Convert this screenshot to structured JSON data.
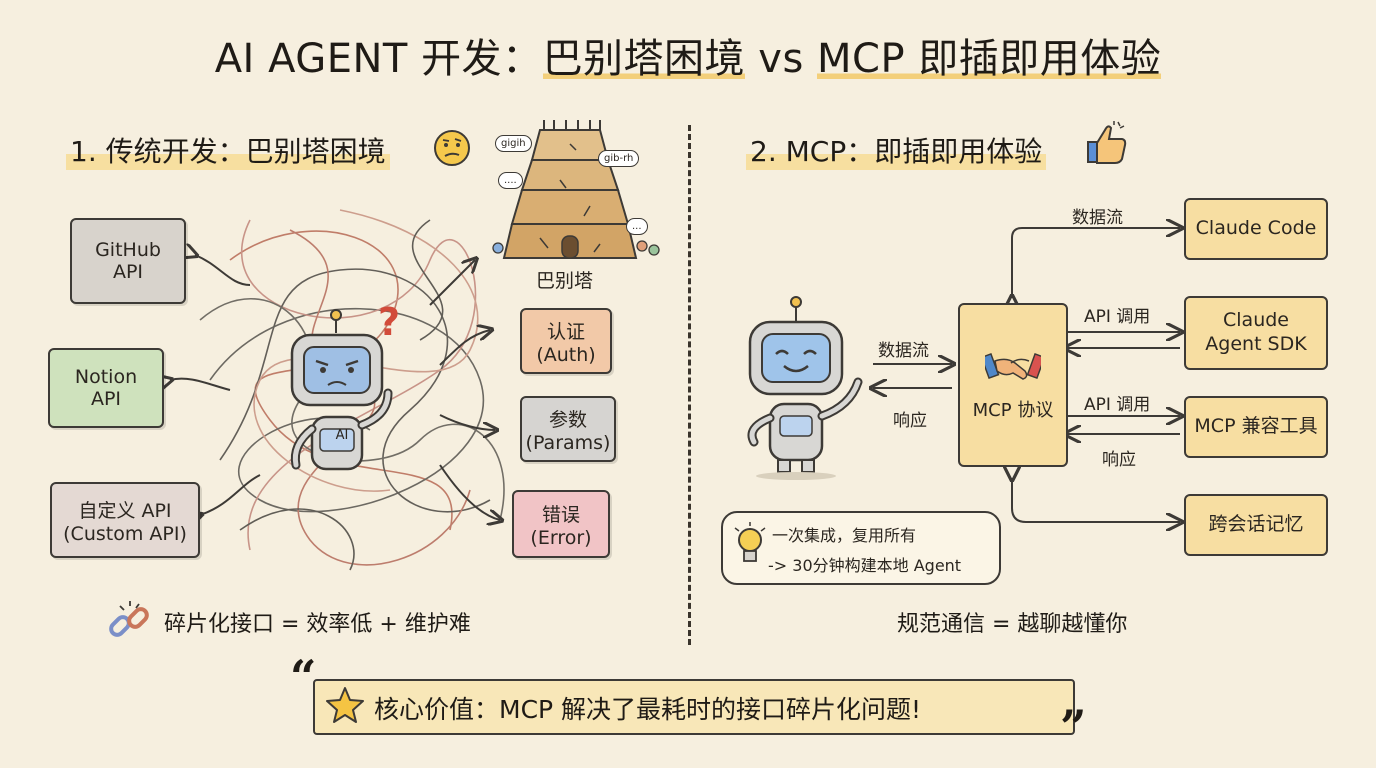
{
  "title": {
    "prefix": "AI AGENT 开发：",
    "hl1": "巴别塔困境",
    "mid": " vs ",
    "hl2": "MCP 即插即用体验"
  },
  "left": {
    "heading": "1. 传统开发：巴别塔困境",
    "apis": [
      {
        "line1": "GitHub",
        "line2": "API",
        "color": "#d8d3cc"
      },
      {
        "line1": "Notion",
        "line2": "API",
        "color": "#cfe2bd"
      },
      {
        "line1": "自定义 API",
        "line2": "(Custom API)",
        "color": "#e4d9d3"
      }
    ],
    "robot_label": "AI",
    "tower_label": "巴别塔",
    "issues": [
      {
        "line1": "认证",
        "line2": "(Auth)",
        "color": "#f2c9a8"
      },
      {
        "line1": "参数",
        "line2": "(Params)",
        "color": "#d6d4d1"
      },
      {
        "line1": "错误",
        "line2": "(Error)",
        "color": "#f1c4c6"
      }
    ],
    "speech_bubbles": [
      "gigih",
      "gib-rh",
      "....",
      "..."
    ],
    "caption": "碎片化接口 = 效率低 + 维护难"
  },
  "right": {
    "heading": "2. MCP：即插即用体验",
    "hub_label": "MCP 协议",
    "labels": {
      "top_flow": "数据流",
      "agent_flow": "数据流",
      "agent_resp": "响应",
      "api_call_1": "API 调用",
      "api_call_2": "API 调用",
      "resp_2": "响应"
    },
    "targets": [
      "Claude Code",
      "Claude\nAgent SDK",
      "MCP 兼容工具",
      "跨会话记忆"
    ],
    "note_line1": "一次集成，复用所有",
    "note_line2": "-> 30分钟构建本地 Agent",
    "caption": "规范通信 = 越聊越懂你"
  },
  "footer": {
    "open_quote": "“",
    "close_quote": "”",
    "text": "核心价值：MCP 解决了最耗时的接口碎片化问题!"
  },
  "colors": {
    "background": "#f6efdf",
    "highlight": "#f7dfa0",
    "hub": "#f7dea2",
    "ink": "#3d3a36"
  }
}
